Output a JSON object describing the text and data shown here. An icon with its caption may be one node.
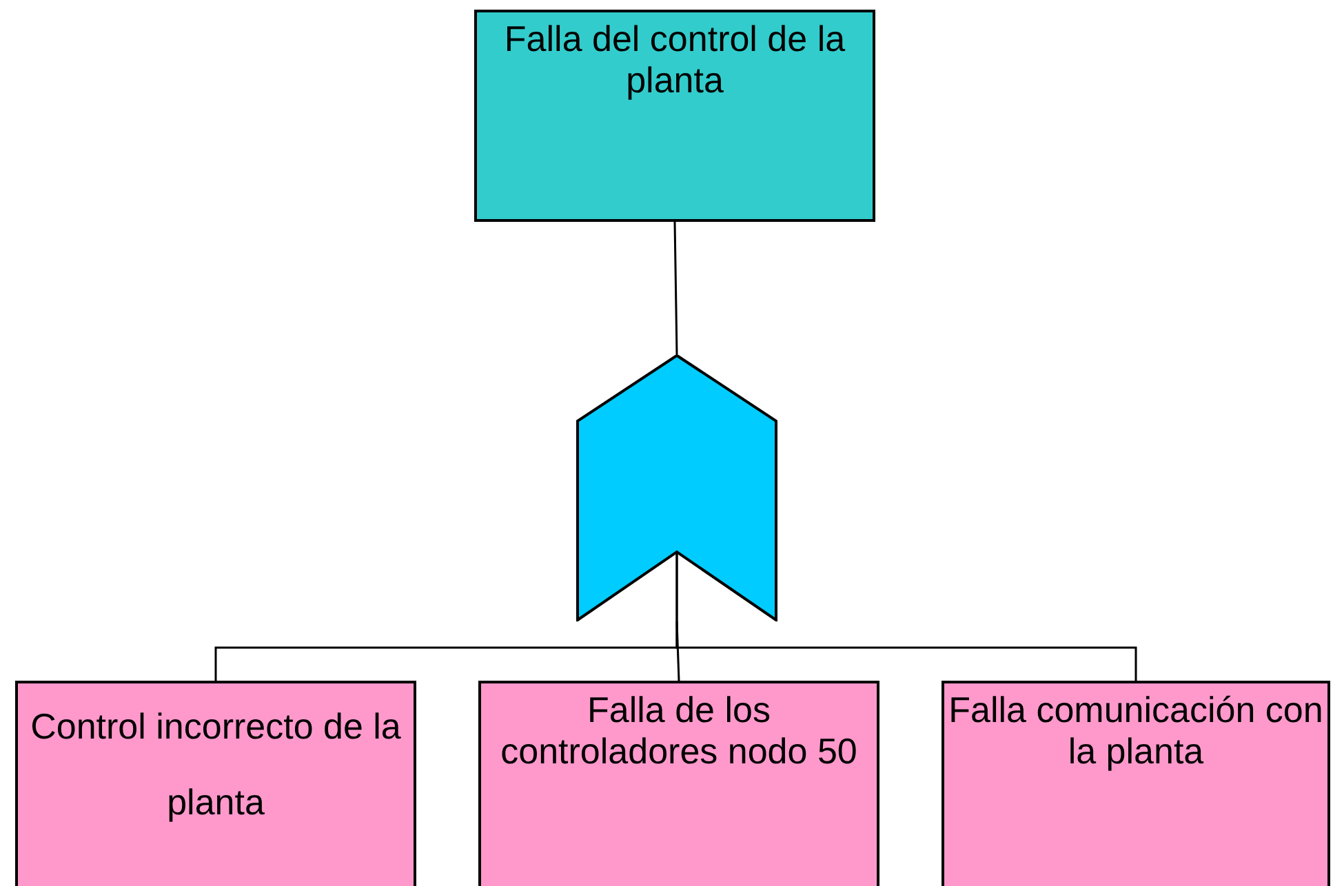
{
  "diagram": {
    "nodes": [
      {
        "text": [
          "Falla del control de la planta"
        ]
      },
      {
        "text": [],
        "shape": "chevron"
      },
      {
        "text": [
          "Control incorrecto de la planta"
        ]
      },
      {
        "text": [
          "Falla de los controladores nodo 50"
        ]
      },
      {
        "text": [
          "Falla comunicación con la planta"
        ]
      }
    ],
    "edges": [
      {
        "from": 0,
        "to": 1,
        "arrow": "none"
      },
      {
        "from": 1,
        "to": 2,
        "arrow": "none"
      },
      {
        "from": 1,
        "to": 3,
        "arrow": "none"
      },
      {
        "from": 1,
        "to": 4,
        "arrow": "none"
      }
    ]
  }
}
